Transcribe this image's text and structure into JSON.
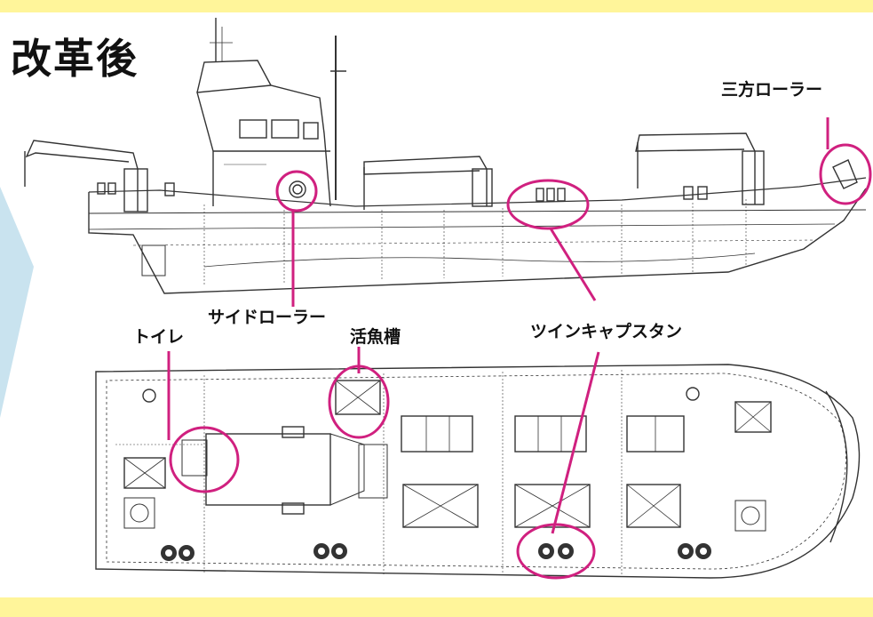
{
  "title": "改革後",
  "labels": {
    "three_way_roller": "三方ローラー",
    "side_roller": "サイドローラー",
    "toilet": "トイレ",
    "live_fish_tank": "活魚槽",
    "twin_capstan": "ツインキャプスタン"
  },
  "colors": {
    "background": "#fdf9e6",
    "drawing_area": "#ffffff",
    "yellow_frame": "#fff59a",
    "callout": "#d0207f",
    "line": "#333333",
    "left_arrow": "#c9e3ef"
  }
}
